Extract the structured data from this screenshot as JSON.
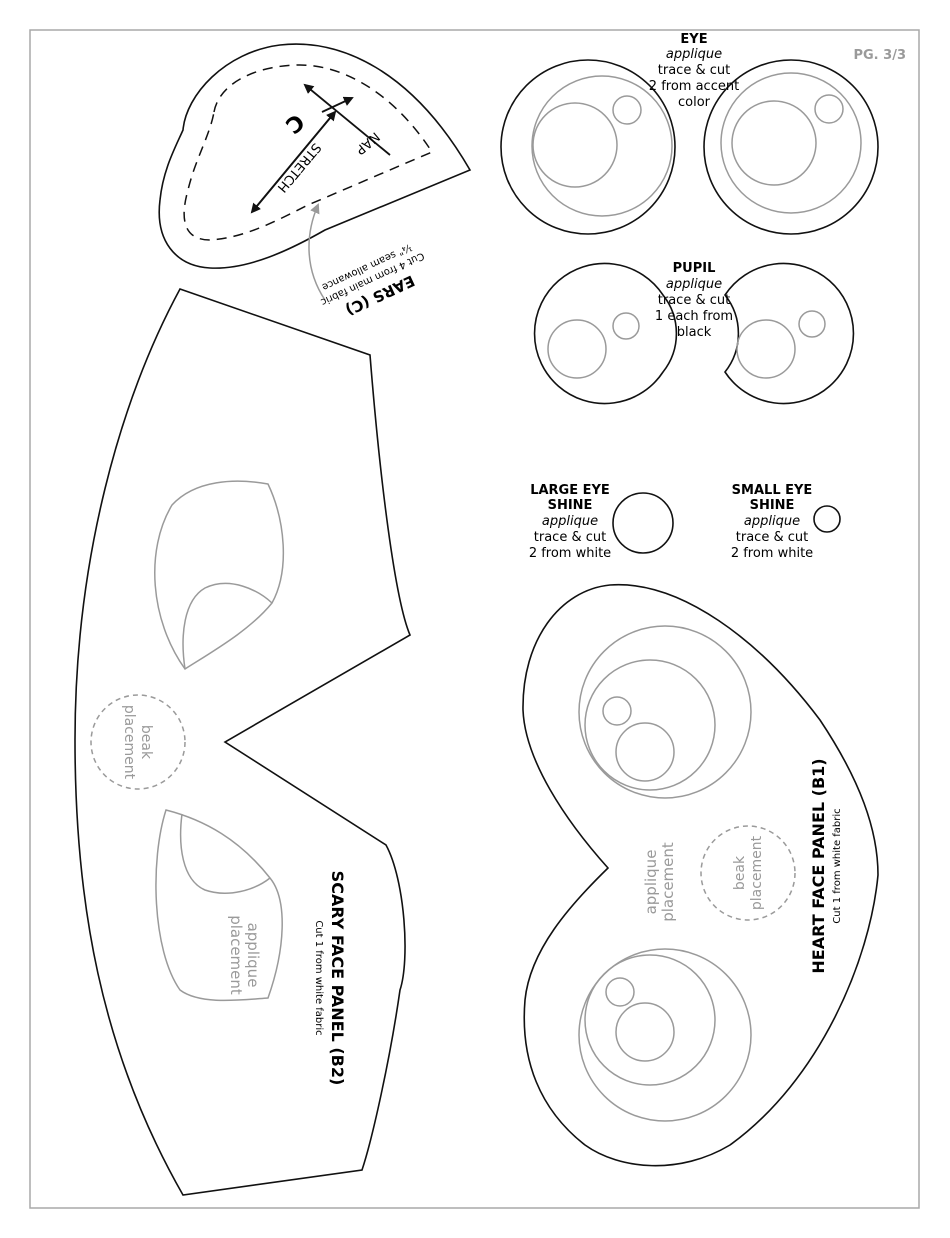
{
  "page": {
    "page_number": "PG. 3/3"
  },
  "colors": {
    "outline": "#111111",
    "guide": "#9a9a9a",
    "border": "#a8a8a8"
  },
  "ears": {
    "label": "C",
    "stretch": "STRETCH",
    "nap": "NAP",
    "title": "EARS (C)",
    "line1": "Cut 4 from main fabric",
    "line2": "¼\" seam allowance"
  },
  "eye": {
    "title": "EYE",
    "type": "applique",
    "line1": "trace & cut",
    "line2": "2 from accent",
    "line3": "color"
  },
  "pupil": {
    "title": "PUPIL",
    "type": "applique",
    "line1": "trace & cut",
    "line2": "1 each from",
    "line3": "black"
  },
  "large_shine": {
    "title1": "LARGE EYE",
    "title2": "SHINE",
    "type": "applique",
    "line1": "trace & cut",
    "line2": "2 from white"
  },
  "small_shine": {
    "title1": "SMALL EYE",
    "title2": "SHINE",
    "type": "applique",
    "line1": "trace & cut",
    "line2": "2 from white"
  },
  "scary_panel": {
    "title": "SCARY FACE PANEL (B2)",
    "subtitle": "Cut 1 from white fabric",
    "beak1": "beak",
    "beak2": "placement",
    "applique1": "applique",
    "applique2": "placement"
  },
  "heart_panel": {
    "title": "HEART FACE PANEL (B1)",
    "subtitle": "Cut 1 from white fabric",
    "beak1": "beak",
    "beak2": "placement",
    "applique1": "applique",
    "applique2": "placement"
  }
}
